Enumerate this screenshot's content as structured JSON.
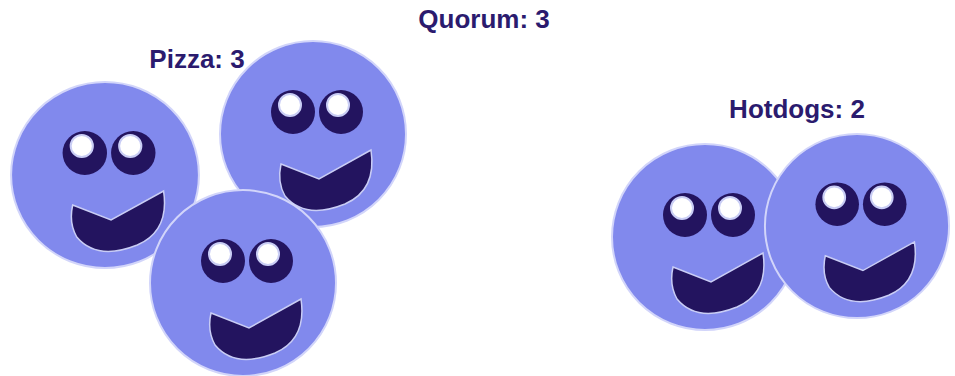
{
  "diagram": {
    "title": "Quorum: 3",
    "labels": [
      "Pizza: 3",
      "Hotdogs: 2"
    ]
  }
}
